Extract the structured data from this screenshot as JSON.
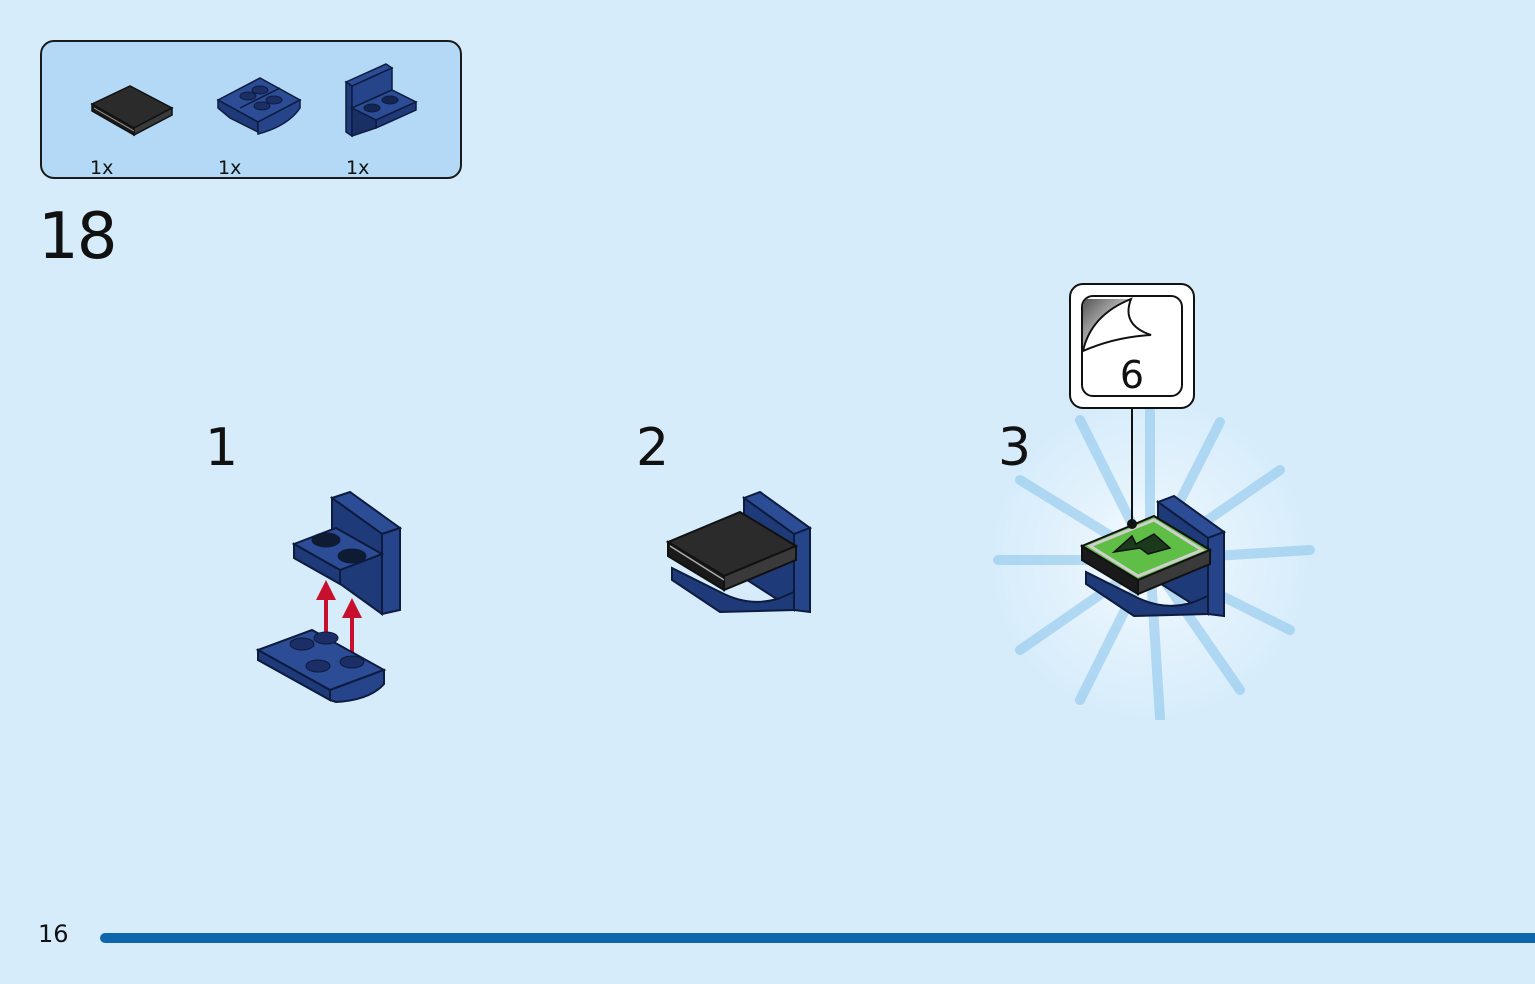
{
  "parts_list": {
    "items": [
      {
        "name": "black-tile-2x2",
        "qty": "1x"
      },
      {
        "name": "dark-blue-inverted-slope",
        "qty": "1x"
      },
      {
        "name": "dark-blue-bracket",
        "qty": "1x"
      }
    ]
  },
  "step": {
    "number": "18"
  },
  "substeps": [
    {
      "label": "1"
    },
    {
      "label": "2"
    },
    {
      "label": "3"
    }
  ],
  "sticker_callout": {
    "number": "6"
  },
  "footer": {
    "page_number": "16"
  },
  "colors": {
    "background": "#d6ecfb",
    "parts_box": "#b3d9f6",
    "dark_blue_brick": "#1f3a78",
    "black_tile": "#2b2b2b",
    "sticker_green": "#5fbe45",
    "arrow_red": "#c8102e",
    "progress_bar": "#0e67ad"
  }
}
